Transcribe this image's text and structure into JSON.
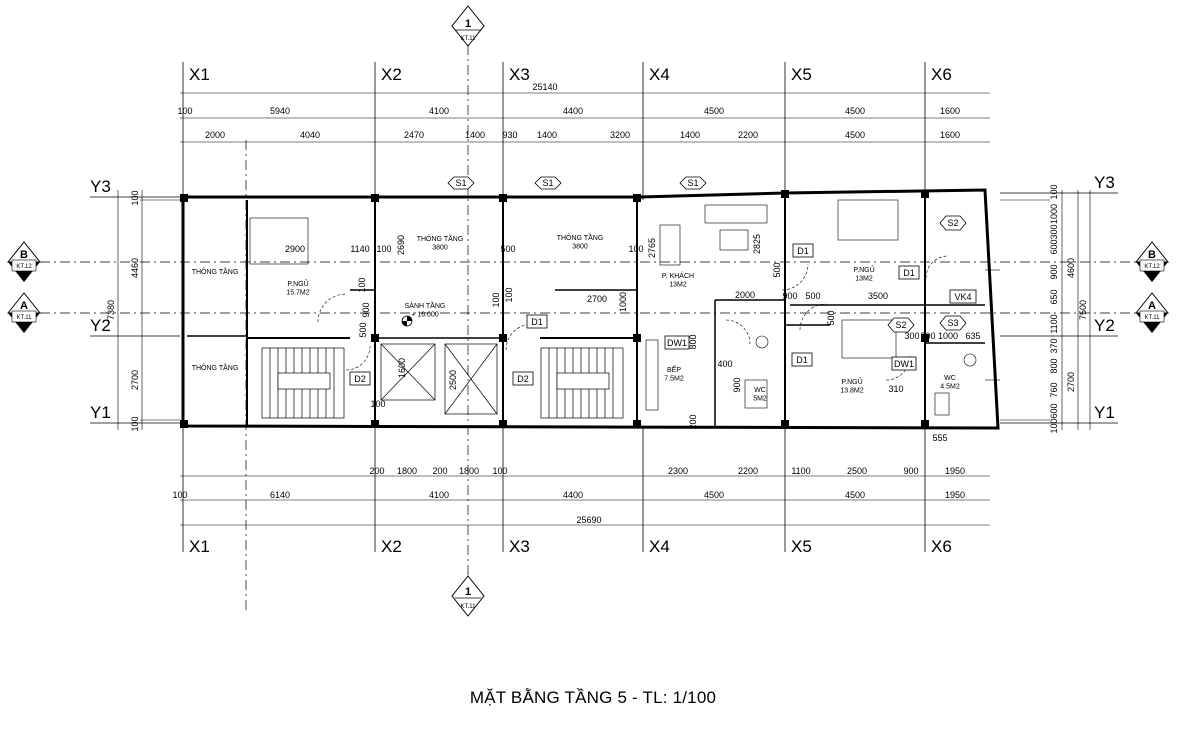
{
  "title": "MẶT BẰNG TẦNG 5 - TL: 1/100",
  "section_marker": {
    "number": "1",
    "ref": "KT.11"
  },
  "grid_x": [
    "X1",
    "X2",
    "X3",
    "X4",
    "X5",
    "X6"
  ],
  "grid_y": [
    "Y3",
    "Y2",
    "Y1"
  ],
  "elev_markers": {
    "B": {
      "letter": "B",
      "ref": "KT.12"
    },
    "A": {
      "letter": "A",
      "ref": "KT.11"
    }
  },
  "dims_top": {
    "total": "25140",
    "row1": [
      "100",
      "5940",
      "4100",
      "4400",
      "4500",
      "4500",
      "1600"
    ],
    "row2": [
      "2000",
      "4040",
      "2470",
      "1400",
      "930",
      "1400",
      "3200",
      "1400",
      "2200",
      "4500",
      "1600"
    ]
  },
  "dims_bottom": {
    "row1": [
      "200",
      "1800",
      "200",
      "1800",
      "100",
      "2300",
      "2200",
      "1100",
      "2500",
      "900",
      "1950"
    ],
    "row2": [
      "100",
      "6140",
      "4100",
      "4400",
      "4500",
      "4500",
      "1950"
    ],
    "total": "25690"
  },
  "dims_left": [
    "100",
    "4460",
    "7380",
    "2700",
    "100"
  ],
  "dims_right": [
    "100",
    "1000",
    "300",
    "600",
    "900",
    "650",
    "1100",
    "370",
    "800",
    "760",
    "600",
    "100",
    "4600",
    "2700",
    "7500"
  ],
  "rooms": {
    "thong_tang_1": "THÔNG TẦNG",
    "thong_tang_2": "THÔNG TẦNG",
    "thong_tang_3": "THÔNG TẦNG\n3800",
    "thong_tang_4": "THÔNG TẦNG\n3800",
    "p_ngu_1": "P.NGỦ\n15.7M2",
    "sanh_tang": "SẢNH TẦNG\n+ 16.000",
    "p_khach": "P. KHÁCH\n13M2",
    "bep": "BẾP\n7.5M2",
    "wc_1": "WC\n5M2",
    "p_ngu_2": "P.NGỦ\n13M2",
    "p_ngu_3": "P.NGỦ\n13.8M2",
    "wc_2": "WC\n4.5M2"
  },
  "interior_dims": [
    "2900",
    "1140",
    "100",
    "2690",
    "100",
    "500",
    "500",
    "100",
    "2765",
    "2825",
    "2700",
    "1000",
    "100",
    "2000",
    "900",
    "500",
    "3500",
    "500",
    "900",
    "100",
    "500",
    "1600",
    "2500",
    "800",
    "100",
    "200",
    "300",
    "200",
    "1000",
    "635",
    "400",
    "900",
    "310",
    "555"
  ],
  "door_tags": [
    "S1",
    "S1",
    "S1",
    "S2",
    "S2",
    "S3",
    "D1",
    "D1",
    "D1",
    "D1",
    "D2",
    "D2",
    "DW1",
    "DW1",
    "VK4"
  ]
}
